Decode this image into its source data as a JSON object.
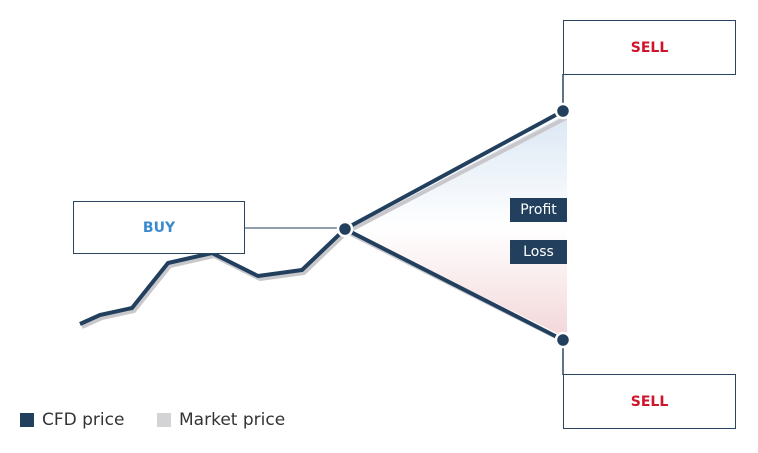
{
  "buy_label": "BUY",
  "sell_top_label": "SELL",
  "sell_bottom_label": "SELL",
  "profit_label": "Profit",
  "loss_label": "Loss",
  "legend": [
    {
      "label": "CFD price",
      "color": "#22405e"
    },
    {
      "label": "Market price",
      "color": "#d3d3d6"
    }
  ],
  "colors": {
    "buy": "#3a8ad0",
    "sell": "#d0142a",
    "line": "#22405e",
    "shadow": "#c8c8cc"
  }
}
